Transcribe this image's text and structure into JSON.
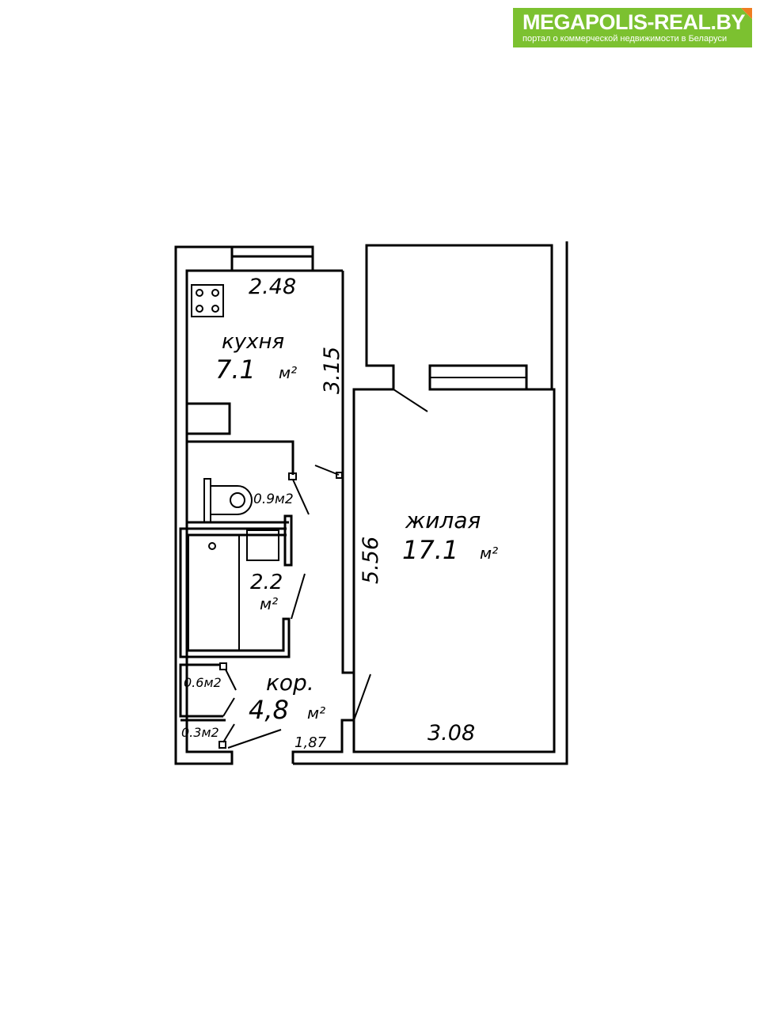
{
  "logo": {
    "title": "MEGAPOLIS-REAL.BY",
    "subtitle": "портал о коммерческой недвижимости в Беларуси",
    "brand_color": "#7cc130",
    "accent_color": "#ef7d22"
  },
  "plan": {
    "kitchen": {
      "name": "кухня",
      "area": "7.1",
      "unit": "м²",
      "width": "2.48",
      "length": "3.15"
    },
    "living": {
      "name": "жилая",
      "area": "17.1",
      "unit": "м²",
      "width": "3.08",
      "length": "5.56"
    },
    "wc": {
      "area": "0.9м2"
    },
    "bathroom": {
      "area": "2.2",
      "unit": "м²"
    },
    "corridor": {
      "name": "кор.",
      "area": "4,8",
      "unit": "м²",
      "width": "1,87"
    },
    "closet1": {
      "area": "0.6м2"
    },
    "closet2": {
      "area": "0.3м2"
    }
  }
}
